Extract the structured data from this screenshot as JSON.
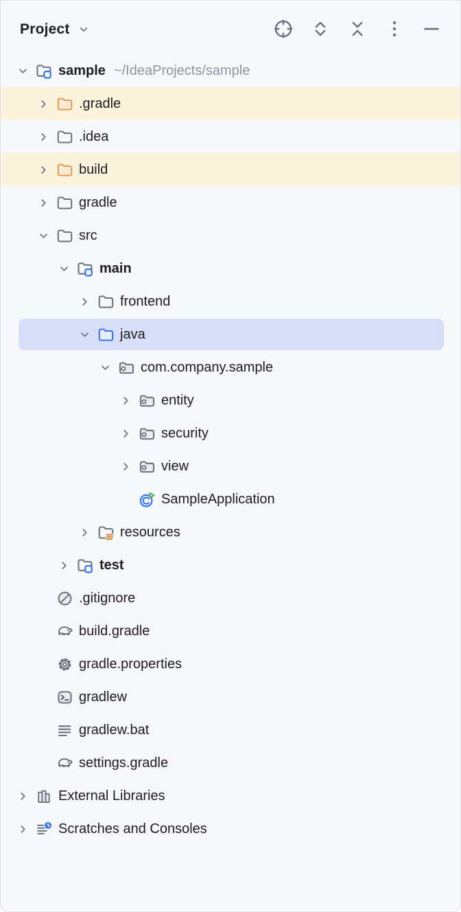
{
  "colors": {
    "bg": "#f7f8fa",
    "accent": "#3574f0",
    "row-selected": "#d7def7",
    "row-yellow": "#fcf3dd",
    "icon-gray": "#6c707e",
    "icon-fill": "#e9ebef",
    "text": "#1b1c20",
    "text-muted": "#8e93a3",
    "folder-orange": "#e39a50",
    "folder-orange-fill": "#fbead3",
    "folder-blue-fill": "#e9eefc",
    "run-green": "#59a869",
    "badge-orange": "#d9822f"
  },
  "header": {
    "title": "Project",
    "actions": [
      {
        "name": "locate-file",
        "icon": "target"
      },
      {
        "name": "expand-all",
        "icon": "expand"
      },
      {
        "name": "collapse-all",
        "icon": "collapse"
      },
      {
        "name": "more-options",
        "icon": "kebab"
      },
      {
        "name": "hide-tool-window",
        "icon": "minus"
      }
    ]
  },
  "tree": {
    "rows": [
      {
        "label": "sample",
        "suffix": "~/IdeaProjects/sample",
        "level": 0,
        "icon": "project-folder",
        "chevron": "down",
        "bold": true
      },
      {
        "label": ".gradle",
        "level": 1,
        "icon": "folder-excluded",
        "chevron": "right",
        "bg": "yellow"
      },
      {
        "label": ".idea",
        "level": 1,
        "icon": "folder",
        "chevron": "right"
      },
      {
        "label": "build",
        "level": 1,
        "icon": "folder-excluded",
        "chevron": "right",
        "bg": "yellow"
      },
      {
        "label": "gradle",
        "level": 1,
        "icon": "folder",
        "chevron": "right"
      },
      {
        "label": "src",
        "level": 1,
        "icon": "folder",
        "chevron": "down"
      },
      {
        "label": "main",
        "level": 2,
        "icon": "project-folder",
        "chevron": "down",
        "bold": true
      },
      {
        "label": "frontend",
        "level": 3,
        "icon": "folder",
        "chevron": "right"
      },
      {
        "label": "java",
        "level": 3,
        "icon": "folder-blue",
        "chevron": "down",
        "bg": "selected"
      },
      {
        "label": "com.company.sample",
        "level": 4,
        "icon": "package",
        "chevron": "down"
      },
      {
        "label": "entity",
        "level": 5,
        "icon": "package",
        "chevron": "right"
      },
      {
        "label": "security",
        "level": 5,
        "icon": "package",
        "chevron": "right"
      },
      {
        "label": "view",
        "level": 5,
        "icon": "package",
        "chevron": "right"
      },
      {
        "label": "SampleApplication",
        "level": 5,
        "icon": "class-run",
        "chevron": null
      },
      {
        "label": "resources",
        "level": 3,
        "icon": "folder-resources",
        "chevron": "right"
      },
      {
        "label": "test",
        "level": 2,
        "icon": "project-folder",
        "chevron": "right",
        "bold": true
      },
      {
        "label": ".gitignore",
        "level": 1,
        "icon": "ignored",
        "chevron": null
      },
      {
        "label": "build.gradle",
        "level": 1,
        "icon": "gradle",
        "chevron": null
      },
      {
        "label": "gradle.properties",
        "level": 1,
        "icon": "gear",
        "chevron": null
      },
      {
        "label": "gradlew",
        "level": 1,
        "icon": "terminal",
        "chevron": null
      },
      {
        "label": "gradlew.bat",
        "level": 1,
        "icon": "text-file",
        "chevron": null
      },
      {
        "label": "settings.gradle",
        "level": 1,
        "icon": "gradle",
        "chevron": null
      },
      {
        "label": "External Libraries",
        "level": 0,
        "icon": "libraries",
        "chevron": "right"
      },
      {
        "label": "Scratches and Consoles",
        "level": 0,
        "icon": "scratches",
        "chevron": "right"
      }
    ]
  }
}
